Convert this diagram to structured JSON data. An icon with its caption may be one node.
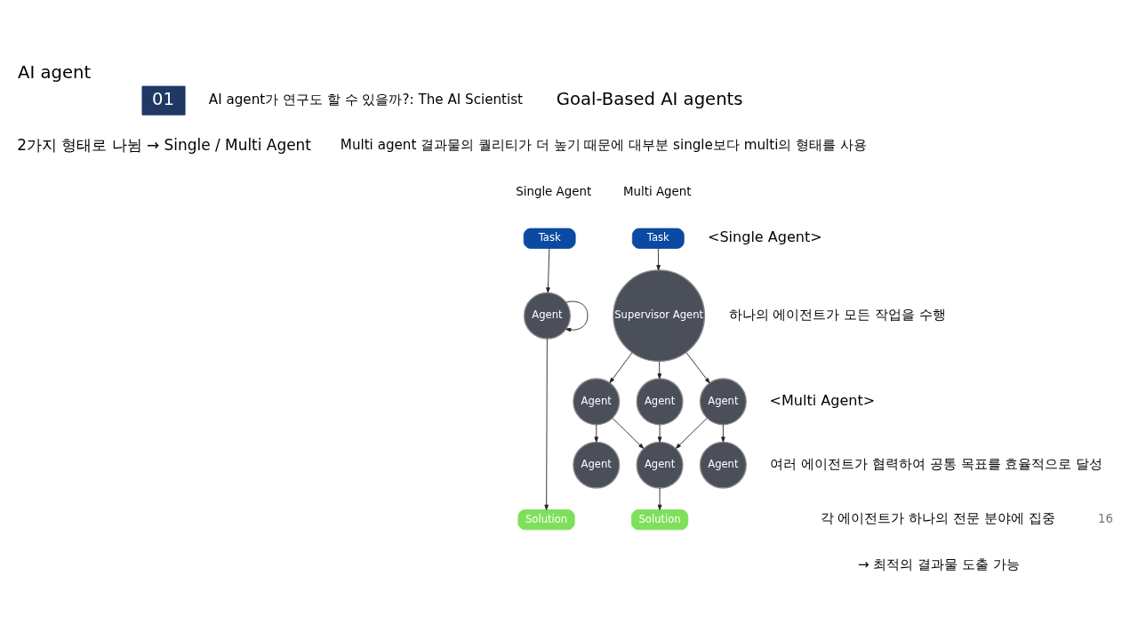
{
  "diagram": {
    "title": "AI agent",
    "nodes": [
      {
        "text": [
          "Task"
        ]
      },
      {
        "text": [
          "Agent"
        ]
      },
      {
        "text": [
          "Solution"
        ]
      },
      {
        "text": [
          "Task"
        ]
      },
      {
        "text": [
          "Supervisor Agent"
        ]
      },
      {
        "text": [
          "Agent"
        ]
      },
      {
        "text": [
          "Agent"
        ]
      },
      {
        "text": [
          "Agent"
        ]
      },
      {
        "text": [
          "Agent"
        ]
      },
      {
        "text": [
          "Agent"
        ]
      },
      {
        "text": [
          "Agent"
        ]
      },
      {
        "text": [
          "Solution"
        ]
      }
    ],
    "edges": [
      {
        "from": 0,
        "to": 1,
        "arrow": "to"
      },
      {
        "from": 1,
        "to": 1,
        "arrow": "to"
      },
      {
        "from": 1,
        "to": 2,
        "arrow": "to"
      },
      {
        "from": 3,
        "to": 4,
        "arrow": "to"
      },
      {
        "from": 4,
        "to": 5,
        "arrow": "to"
      },
      {
        "from": 4,
        "to": 6,
        "arrow": "to"
      },
      {
        "from": 4,
        "to": 7,
        "arrow": "to"
      },
      {
        "from": 5,
        "to": 8,
        "arrow": "to"
      },
      {
        "from": 5,
        "to": 9,
        "arrow": "to"
      },
      {
        "from": 6,
        "to": 9,
        "arrow": "to"
      },
      {
        "from": 7,
        "to": 9,
        "arrow": "to"
      },
      {
        "from": 7,
        "to": 10,
        "arrow": "to"
      },
      {
        "from": 9,
        "to": 11,
        "arrow": "to"
      }
    ],
    "labels": [
      "01",
      "AI agent가 연구도 할 수 있을까?: The AI Scientist",
      "Goal-Based AI agents",
      "2가지 형태로 나뉨 → Single / Multi Agent",
      "Multi agent 결과물의 퀄리티가 더 높기 때문에 대부분 single보다 multi의 형태를 사용",
      "Single Agent",
      "Multi Agent",
      "<Single Agent>",
      "하나의 에이전트가 모든 작업을 수행",
      "<Multi Agent>",
      "여러 에이전트가 협력하여 공통 목표를 효율적으로 달성",
      "각 에이전트가 하나의 전문 분야에 집중",
      "→ 최적의 결과물 도출 가능",
      "16"
    ]
  }
}
